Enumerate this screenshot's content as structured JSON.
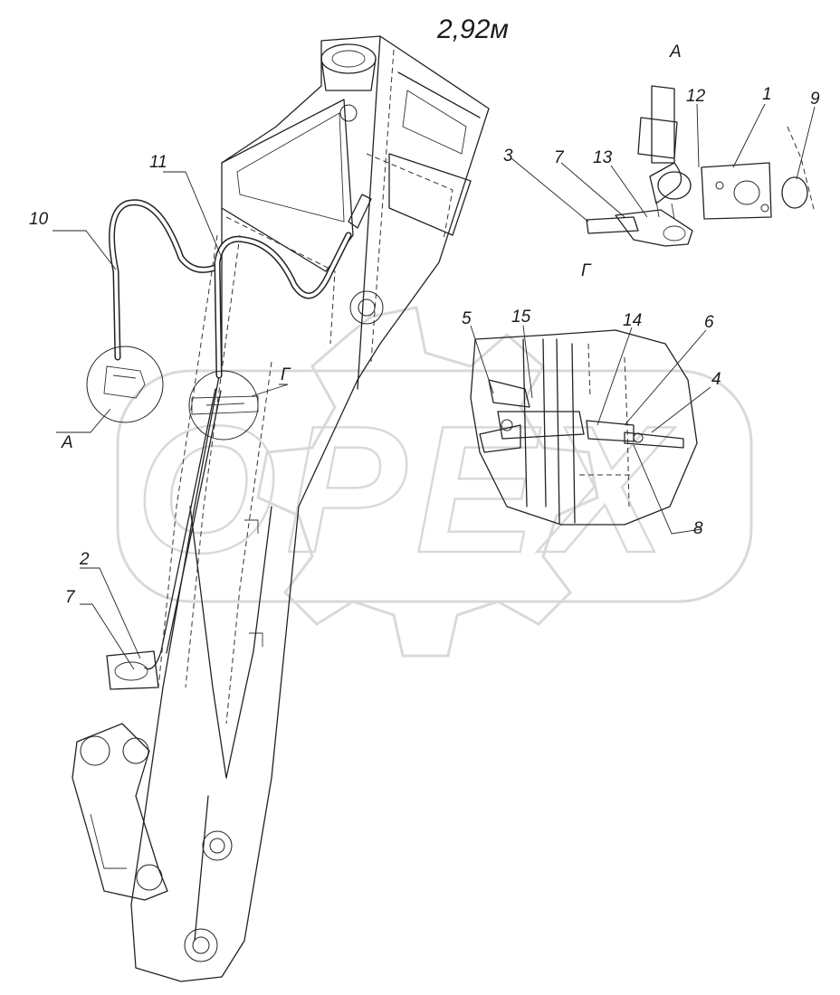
{
  "title": "2,92м",
  "views": {
    "a": "А",
    "g": "Г"
  },
  "callout_marks": {
    "a": "А",
    "g": "Г"
  },
  "callouts": {
    "c1": "1",
    "c2": "2",
    "c3": "3",
    "c4": "4",
    "c5": "5",
    "c6": "6",
    "c7_view": "7",
    "c7_main": "7",
    "c8": "8",
    "c9": "9",
    "c10": "10",
    "c11": "11",
    "c12": "12",
    "c13": "13",
    "c14": "14",
    "c15": "15"
  },
  "watermark": "OPEX",
  "colors": {
    "line": "#222222",
    "watermark": "#d9d9d9"
  }
}
